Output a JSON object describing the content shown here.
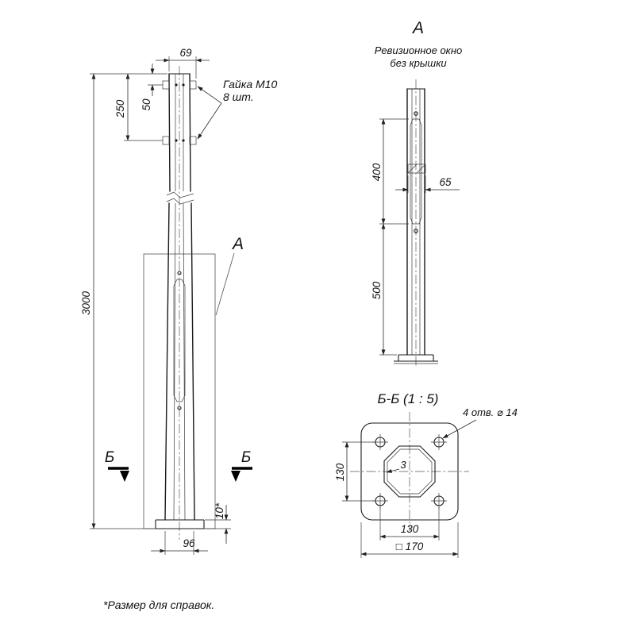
{
  "drawing": {
    "front_view": {
      "dim_width_top": "69",
      "dim_nut_span": "250",
      "dim_top_offset": "50",
      "dim_height": "3000",
      "dim_width_bottom": "96",
      "dim_plate_thickness": "10*",
      "nut_note_line1": "Гайка М10",
      "nut_note_line2": "8 шт.",
      "detail_callout": "А",
      "section_left": "Б",
      "section_right": "Б"
    },
    "view_a": {
      "title": "А",
      "subtitle_line1": "Ревизионное окно",
      "subtitle_line2": "без крышки",
      "dim_window": "400",
      "dim_clip": "65",
      "dim_bottom": "500"
    },
    "section_bb": {
      "title": "Б-Б (1 : 5)",
      "holes_note": "4 отв. ⌀ 14",
      "dim_holes_vertical": "130",
      "dim_holes_horizontal": "130",
      "dim_square": "□ 170",
      "wall_thickness": "3"
    },
    "footnote": "*Размер для справок."
  }
}
